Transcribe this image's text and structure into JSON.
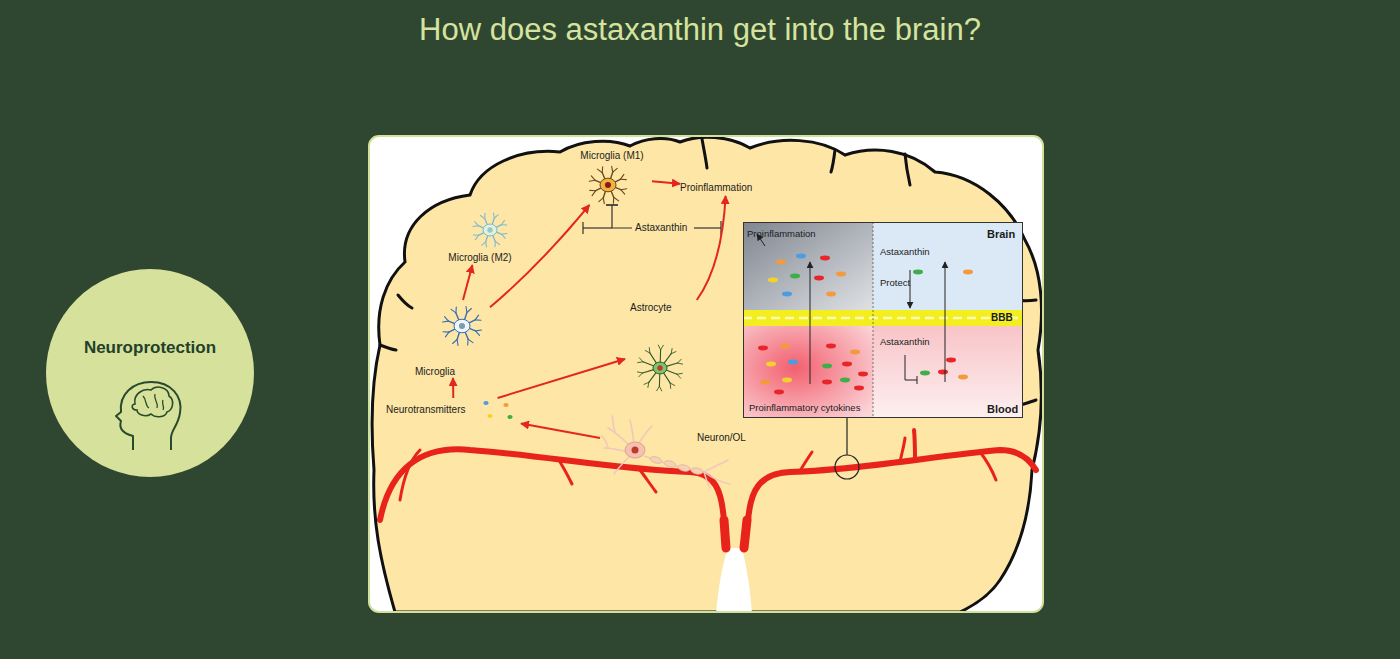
{
  "diagram": {
    "title": "How does astaxanthin get into the brain?",
    "nodes": [
      {
        "text": [
          "Neuroprotection"
        ]
      },
      {
        "text": [
          "Microglia (M1)"
        ]
      },
      {
        "text": [
          "Proinflammation"
        ]
      },
      {
        "text": [
          "Microglia (M2)"
        ]
      },
      {
        "text": [
          "Astaxanthin"
        ]
      },
      {
        "text": [
          "Proinflammation",
          "Brain",
          "Astaxanthin",
          "Protect",
          "BBB",
          "Astaxanthin",
          "Proinflammatory cytokines",
          "Blood"
        ]
      },
      {
        "text": [
          "Microglia"
        ]
      },
      {
        "text": [
          "Astrocyte"
        ]
      },
      {
        "text": [
          "Neurotransmitters"
        ]
      },
      {
        "text": [
          "Neuron/OL"
        ]
      }
    ],
    "edges": [
      {
        "from": 9,
        "to": 8,
        "arrow": "to"
      },
      {
        "from": 8,
        "to": 6,
        "arrow": "to"
      },
      {
        "from": 8,
        "to": 7,
        "arrow": "to"
      },
      {
        "from": 6,
        "to": 3,
        "arrow": "to"
      },
      {
        "from": 6,
        "to": 1,
        "arrow": "to"
      },
      {
        "from": 1,
        "to": 2,
        "arrow": "to"
      },
      {
        "from": 7,
        "to": 2,
        "arrow": "to"
      },
      {
        "from": 4,
        "to": 1,
        "arrow": "to"
      }
    ]
  }
}
